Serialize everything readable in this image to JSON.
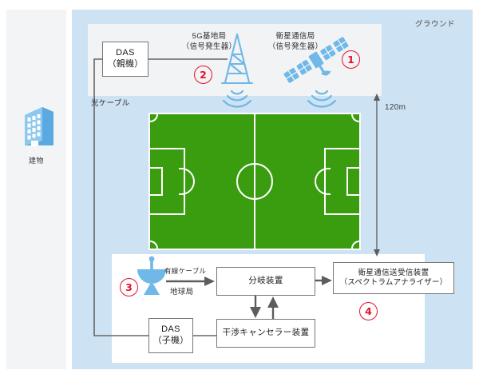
{
  "diagram": {
    "title_regions": {
      "building_panel_label": "建物",
      "ground_label": "グラウンド"
    },
    "boxes": {
      "das_parent": {
        "line1": "DAS",
        "line2": "（親機）"
      },
      "das_child": {
        "line1": "DAS",
        "line2": "（子機）"
      },
      "branch": {
        "line1": "分岐装置"
      },
      "canceller": {
        "line1": "干渉キャンセラー装置"
      },
      "sat_transceiver": {
        "line1": "衛星通信送受信装置",
        "line2": "（スペクトラムアナライザー）"
      }
    },
    "labels": {
      "base_station_5g": {
        "line1": "5G基地局",
        "line2": "（信号発生器）"
      },
      "satellite_station": {
        "line1": "衛星通信局",
        "line2": "（信号発生器）"
      },
      "fiber_cable": "光ケーブル",
      "wired_cable": "有線ケーブル",
      "earth_station": "地球局",
      "height_measure": "120m"
    },
    "markers": {
      "one": "①",
      "two": "②",
      "three": "③",
      "four": "④"
    },
    "icons": {
      "building": "building-icon",
      "tower": "antenna-tower-icon",
      "satellite": "satellite-icon",
      "dish": "parabolic-dish-icon",
      "waves": "radio-wave-icon"
    },
    "colors": {
      "ground_blue": "#cde2f3",
      "sky_gray": "#f1f3f4",
      "field_green": "#3a9d10",
      "icon_blue": "#6fb8e8",
      "marker_red": "#e8112d",
      "line_gray": "#666666",
      "panel_gray": "#f2f4f6"
    }
  }
}
